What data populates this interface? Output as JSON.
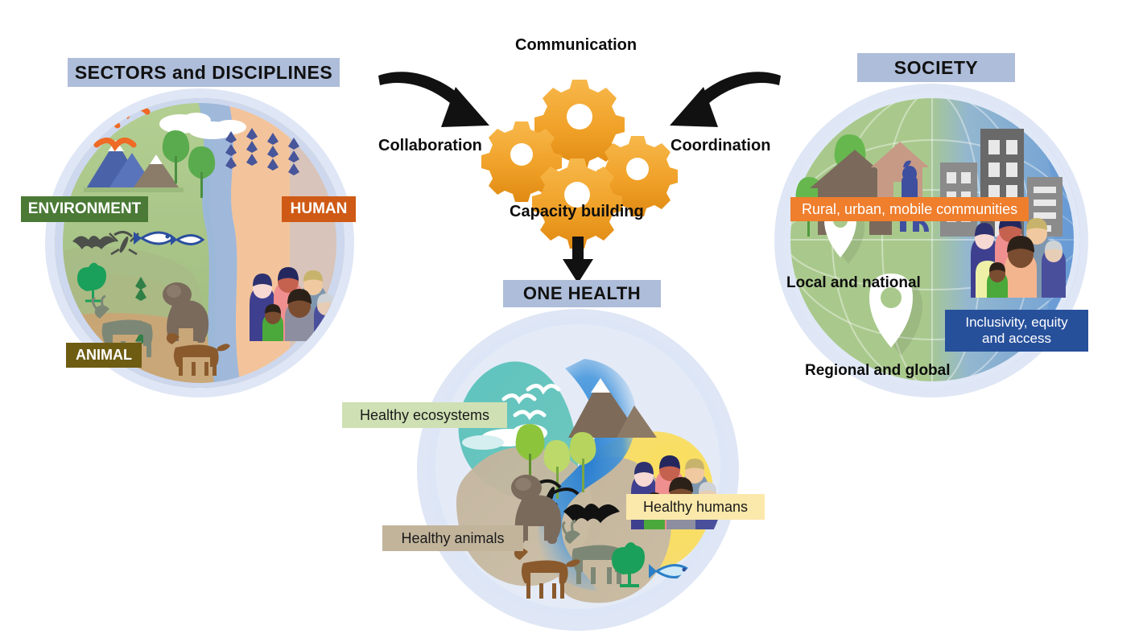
{
  "diagram": {
    "title": "One Health tripartite framework",
    "palette": {
      "banner_bg": "#aebdd9",
      "environment_green": "#4a7a36",
      "human_orange": "#cf5a15",
      "animal_olive": "#6d5c12",
      "ecosystem_chip": "#cfe0b4",
      "animal_chip": "#c2b49b",
      "human_chip": "#fbe9ab",
      "society_orange": "#ef7e2d",
      "society_blue": "#27509b",
      "gear_orange": "#f2a32e",
      "arrow_black": "#111111",
      "halo_blue": "#dfe6f5"
    }
  },
  "sectors_panel": {
    "banner": "SECTORS and DISCIPLINES",
    "labels": [
      {
        "id": "environment",
        "text": "ENVIRONMENT",
        "bg": "#4a7a36",
        "fg": "#ffffff"
      },
      {
        "id": "human",
        "text": "HUMAN",
        "bg": "#cf5a15",
        "fg": "#ffffff"
      },
      {
        "id": "animal",
        "text": "ANIMAL",
        "bg": "#6d5c12",
        "fg": "#ffffff"
      }
    ],
    "icons": [
      "birds-icon",
      "mountain-icon",
      "tree-icon",
      "crops-icon",
      "cloud-icon",
      "river-icon",
      "bat-icon",
      "mosquito-icon",
      "fish-icon",
      "chicken-icon",
      "goat-icon",
      "gorilla-icon",
      "dog-icon",
      "plant-icon",
      "people-group-icon"
    ]
  },
  "center": {
    "top_label": "Communication",
    "left_label": "Collaboration",
    "right_label": "Coordination",
    "bottom_label": "Capacity building",
    "gear_count": 4,
    "arrows": [
      "arrow-left-to-center",
      "arrow-right-to-center",
      "arrow-down-to-onehealth"
    ]
  },
  "one_health_panel": {
    "banner": "ONE HEALTH",
    "labels": [
      {
        "id": "ecosystems",
        "text": "Healthy ecosystems",
        "bg": "#cfe0b4",
        "fg": "#1a1a1a"
      },
      {
        "id": "animals",
        "text": "Healthy animals",
        "bg": "#c2b49b",
        "fg": "#1a1a1a"
      },
      {
        "id": "humans",
        "text": "Healthy humans",
        "bg": "#fbe9ab",
        "fg": "#1a1a1a"
      }
    ],
    "icons": [
      "mountain-icon",
      "birds-icon",
      "cloud-icon",
      "tree-icon",
      "dragonfly-icon",
      "bat-icon",
      "gorilla-icon",
      "goat-icon",
      "dog-icon",
      "chicken-icon",
      "fish-icon",
      "people-group-icon"
    ]
  },
  "society_panel": {
    "banner": "SOCIETY",
    "labels": [
      {
        "id": "communities",
        "text": "Rural, urban, mobile communities",
        "bg": "#ef7e2d",
        "fg": "#ffffff"
      },
      {
        "id": "inclusivity",
        "text": "Inclusivity, equity\nand access",
        "bg": "#27509b",
        "fg": "#ffffff"
      }
    ],
    "plain_labels": [
      {
        "id": "local-national",
        "text": "Local and national"
      },
      {
        "id": "regional-global",
        "text": "Regional and global"
      }
    ],
    "icons": [
      "tree-icon",
      "house-icon",
      "building-icon",
      "person-icon",
      "map-pin-icon",
      "people-group-icon",
      "globe-grid-icon"
    ]
  }
}
